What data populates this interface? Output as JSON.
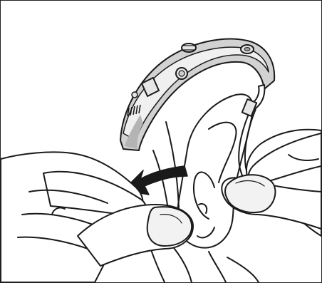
{
  "illustration": {
    "subject": "hearing-aid-fitting-illustration",
    "colors": {
      "outline": "#1a1a1a",
      "device_body": "#d2d2d2",
      "device_shadow": "#b4b4b4",
      "device_highlight": "#f2f2f2",
      "skin": "#ffffff",
      "background": "#ffffff"
    },
    "icons": [
      "hearing-aid-device",
      "ear",
      "left-hand",
      "right-hand",
      "direction-arrow-left"
    ]
  }
}
